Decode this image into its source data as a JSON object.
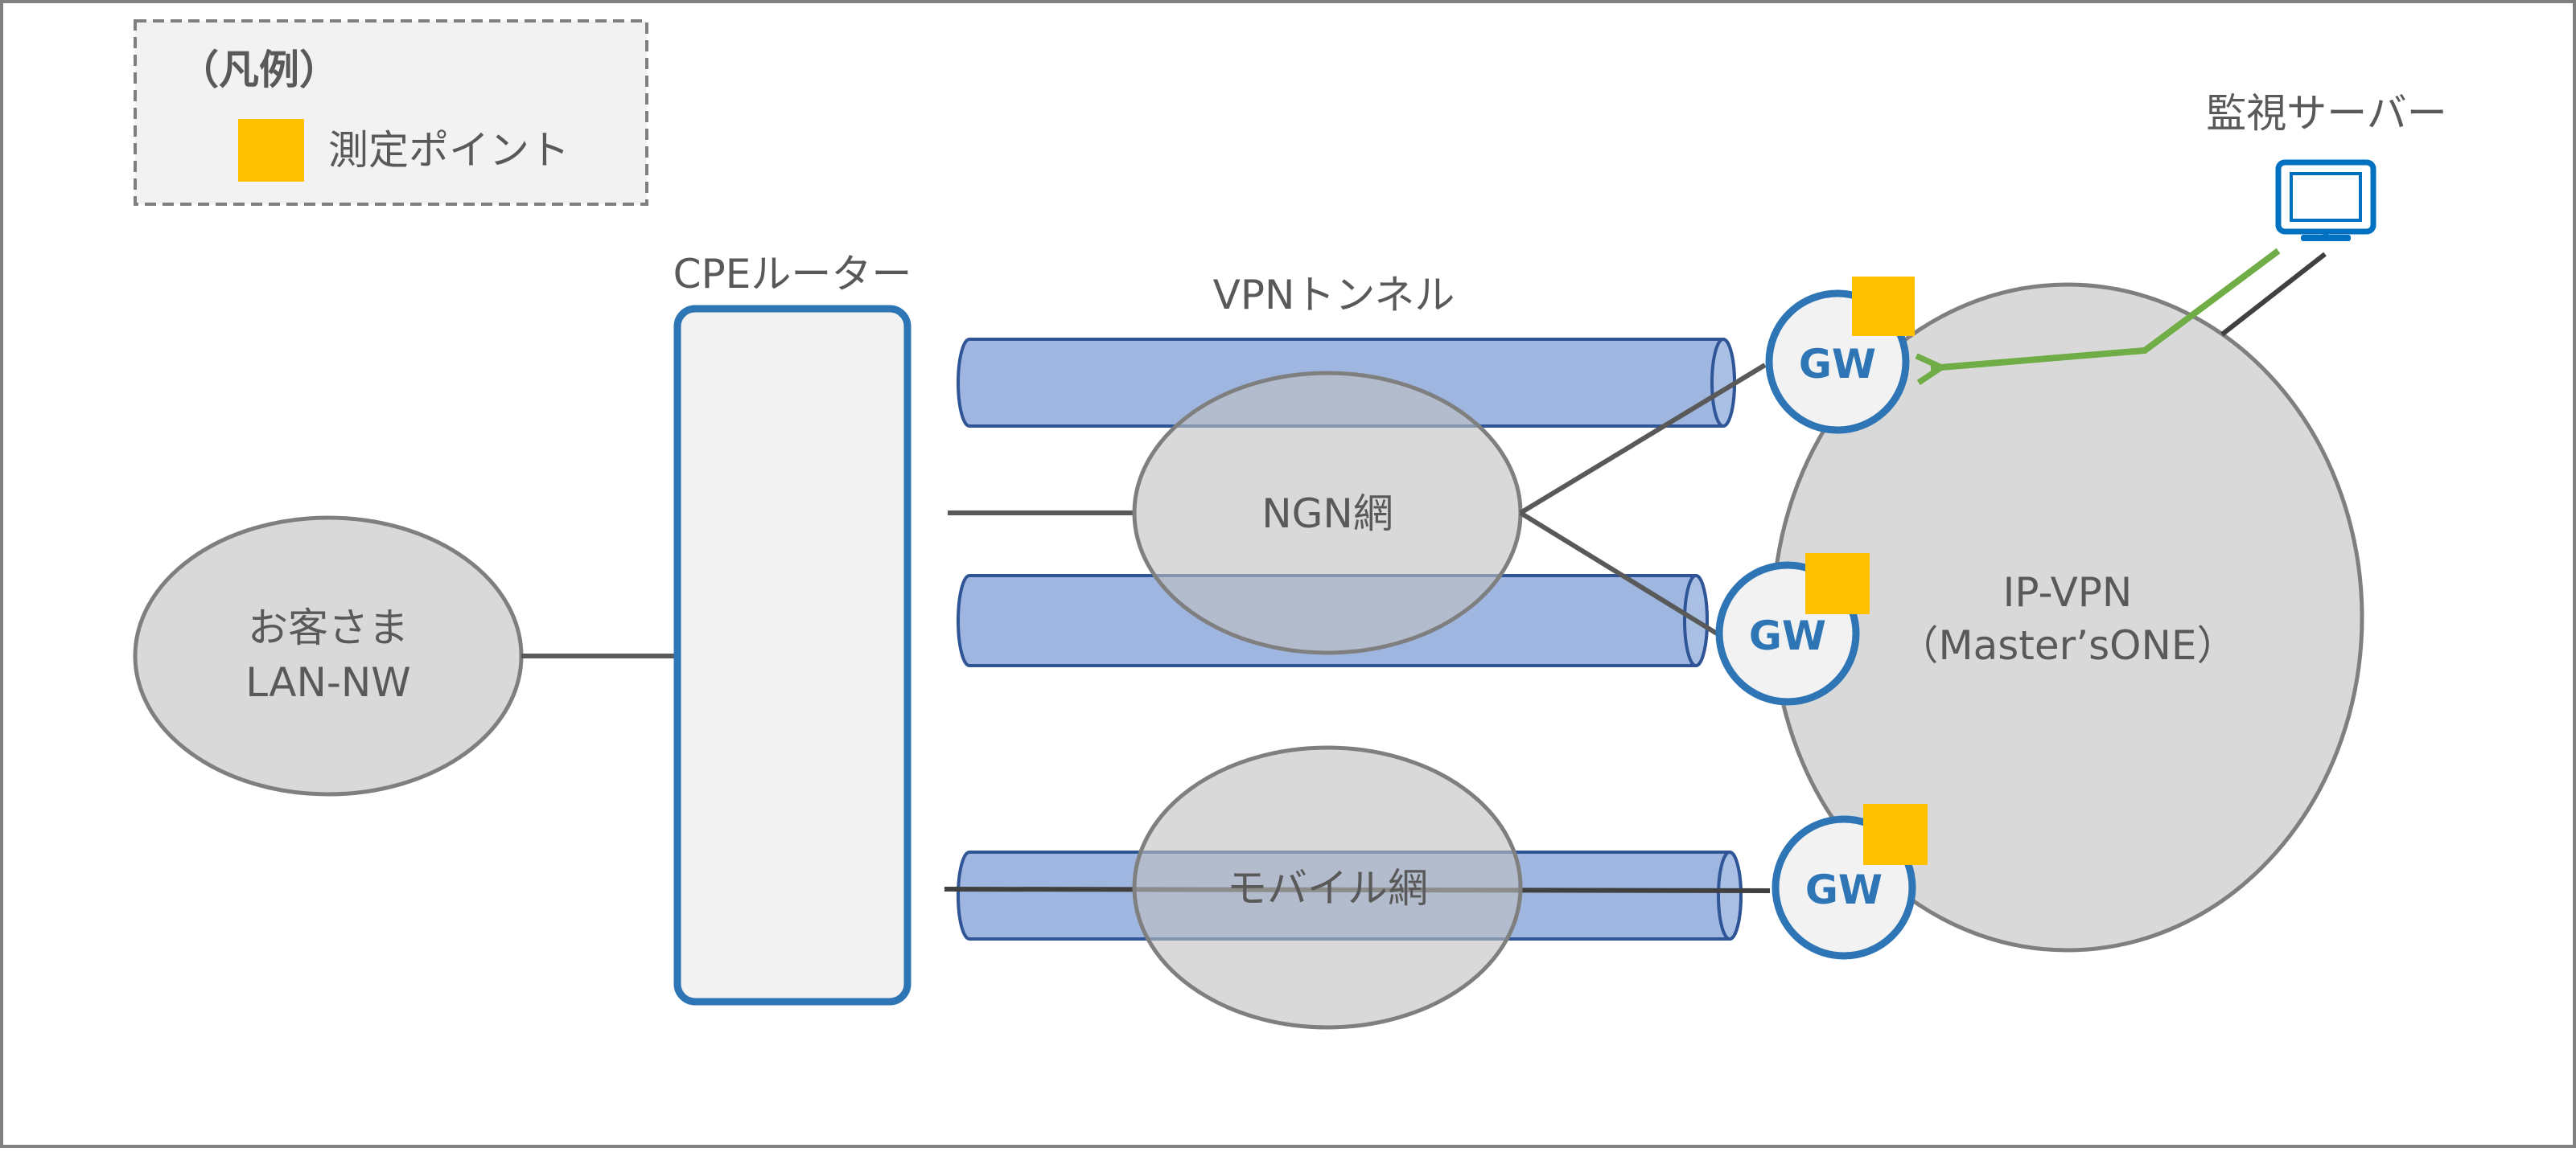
{
  "legend": {
    "title": "（凡例）",
    "item_label": "測定ポイント",
    "marker_color": "#ffc000"
  },
  "nodes": {
    "customer_lan_line1": "お客さま",
    "customer_lan_line2": "LAN-NW",
    "cpe_router": "CPEルーター",
    "vpn_tunnel": "VPNトンネル",
    "ngn": "NGN網",
    "mobile": "モバイル網",
    "ipvpn_line1": "IP-VPN",
    "ipvpn_line2": "（Master’sONE）",
    "monitor_server": "監視サーバー",
    "gateways": [
      {
        "label": "GW"
      },
      {
        "label": "GW"
      },
      {
        "label": "GW"
      }
    ]
  },
  "colors": {
    "cloud_fill": "#d9d9d9",
    "cloud_stroke": "#7f7f7f",
    "tunnel_fill": "#8eaadb",
    "tunnel_stroke": "#2f5597",
    "gw_stroke": "#2e75b6",
    "monitor_path": "#70ad47",
    "monitor_icon": "#0070c0"
  }
}
